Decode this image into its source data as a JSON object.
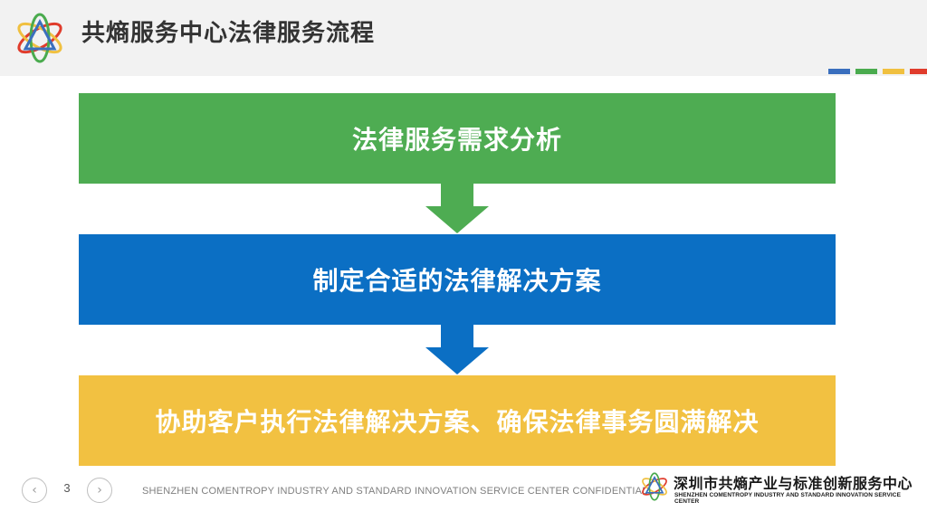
{
  "header": {
    "title": "共熵服务中心法律服务流程",
    "logo_icon": "atom-orbit-logo-icon",
    "accent_bars": [
      "#3a6fbe",
      "#4aab4e",
      "#f0c040",
      "#e03c2c"
    ]
  },
  "flow": {
    "steps": [
      {
        "label": "法律服务需求分析",
        "color": "#4eac52"
      },
      {
        "label": "制定合适的法律解决方案",
        "color": "#0b6fc4"
      },
      {
        "label": "协助客户执行法律解决方案、确保法律事务圆满解决",
        "color": "#f2c141"
      }
    ],
    "arrow_colors": [
      "#4eac52",
      "#0b6fc4"
    ]
  },
  "footer": {
    "prev_icon": "chevron-left-icon",
    "next_icon": "chevron-right-icon",
    "page_number": "3",
    "confidential": "SHENZHEN COMENTROPY INDUSTRY AND STANDARD INNOVATION SERVICE CENTER CONFIDENTIAL",
    "org_name_cn": "深圳市共熵产业与标准创新服务中心",
    "org_name_en": "SHENZHEN COMENTROPY INDUSTRY AND STANDARD INNOVATION SERVICE CENTER"
  }
}
